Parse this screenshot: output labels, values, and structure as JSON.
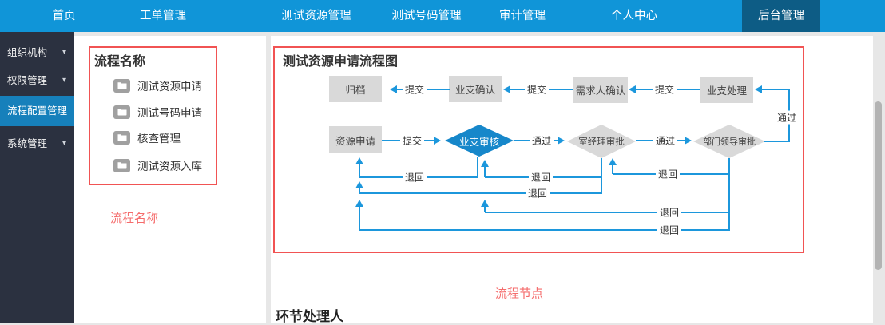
{
  "navbar": {
    "items": [
      "首页",
      "工单管理",
      "测试资源管理",
      "测试号码管理",
      "审计管理",
      "个人中心",
      "后台管理"
    ],
    "active": "后台管理"
  },
  "sidebar": {
    "caret_glyph": "▾",
    "items": [
      "组织机构",
      "权限管理",
      "流程配置管理",
      "系统管理"
    ],
    "active": "流程配置管理"
  },
  "left_panel": {
    "title": "流程名称",
    "folder_icon": "folder-icon",
    "items": [
      "测试资源申请",
      "测试号码申请",
      "核查管理",
      "测试资源入库"
    ],
    "annotation": "流程名称"
  },
  "main_panel": {
    "title": "测试资源申请流程图",
    "annotation": "流程节点",
    "section_title": "环节处理人",
    "flow": {
      "nodes": {
        "archive": "归档",
        "biz_confirm": "业支确认",
        "requester_confirm": "需求人确认",
        "biz_handle": "业支处理",
        "resource_apply": "资源申请",
        "biz_review": "业支审核",
        "office_manager": "室经理审批",
        "dept_leader": "部门领导审批"
      },
      "edge_labels": {
        "submit": "提交",
        "pass": "通过",
        "reject": "退回"
      }
    }
  },
  "colors": {
    "nav_blue": "#1095d8",
    "nav_active": "#0d5c85",
    "sidebar_dark": "#2b3140",
    "sidebar_active": "#1680bb",
    "flow_line_blue": "#1c97dc",
    "diamond_blue": "#1687ca",
    "node_gray": "#d9d9d9",
    "annotation_red": "#f15353",
    "annotation_text_red": "#f56c6c"
  }
}
